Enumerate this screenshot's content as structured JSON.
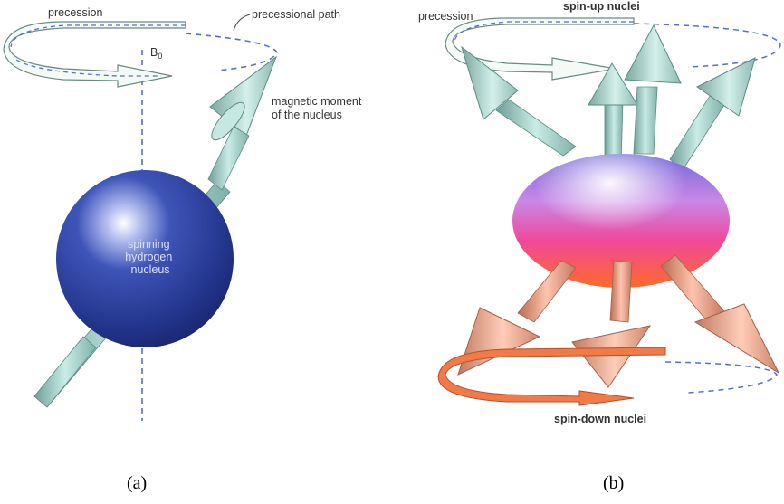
{
  "panel_a": {
    "precession_label": "precession",
    "path_label": "precessional path",
    "field_label": "B",
    "field_subscript": "0",
    "moment_label": [
      "magnetic moment",
      "of the nucleus"
    ],
    "nucleus_label": [
      "spinning",
      "hydrogen",
      "nucleus"
    ],
    "caption": "(a)"
  },
  "panel_b": {
    "precession_label": "precession",
    "spin_up_label": "spin-up nuclei",
    "spin_down_label": "spin-down nuclei",
    "caption": "(b)"
  },
  "colors": {
    "sphere": "#2a3f9a",
    "arrow": "#a9d6cf",
    "ribbon_up": "#f2f8f4",
    "ribbon_down": "#f07040",
    "arrow_down": "#f1a184",
    "dash": "#5670c8"
  }
}
